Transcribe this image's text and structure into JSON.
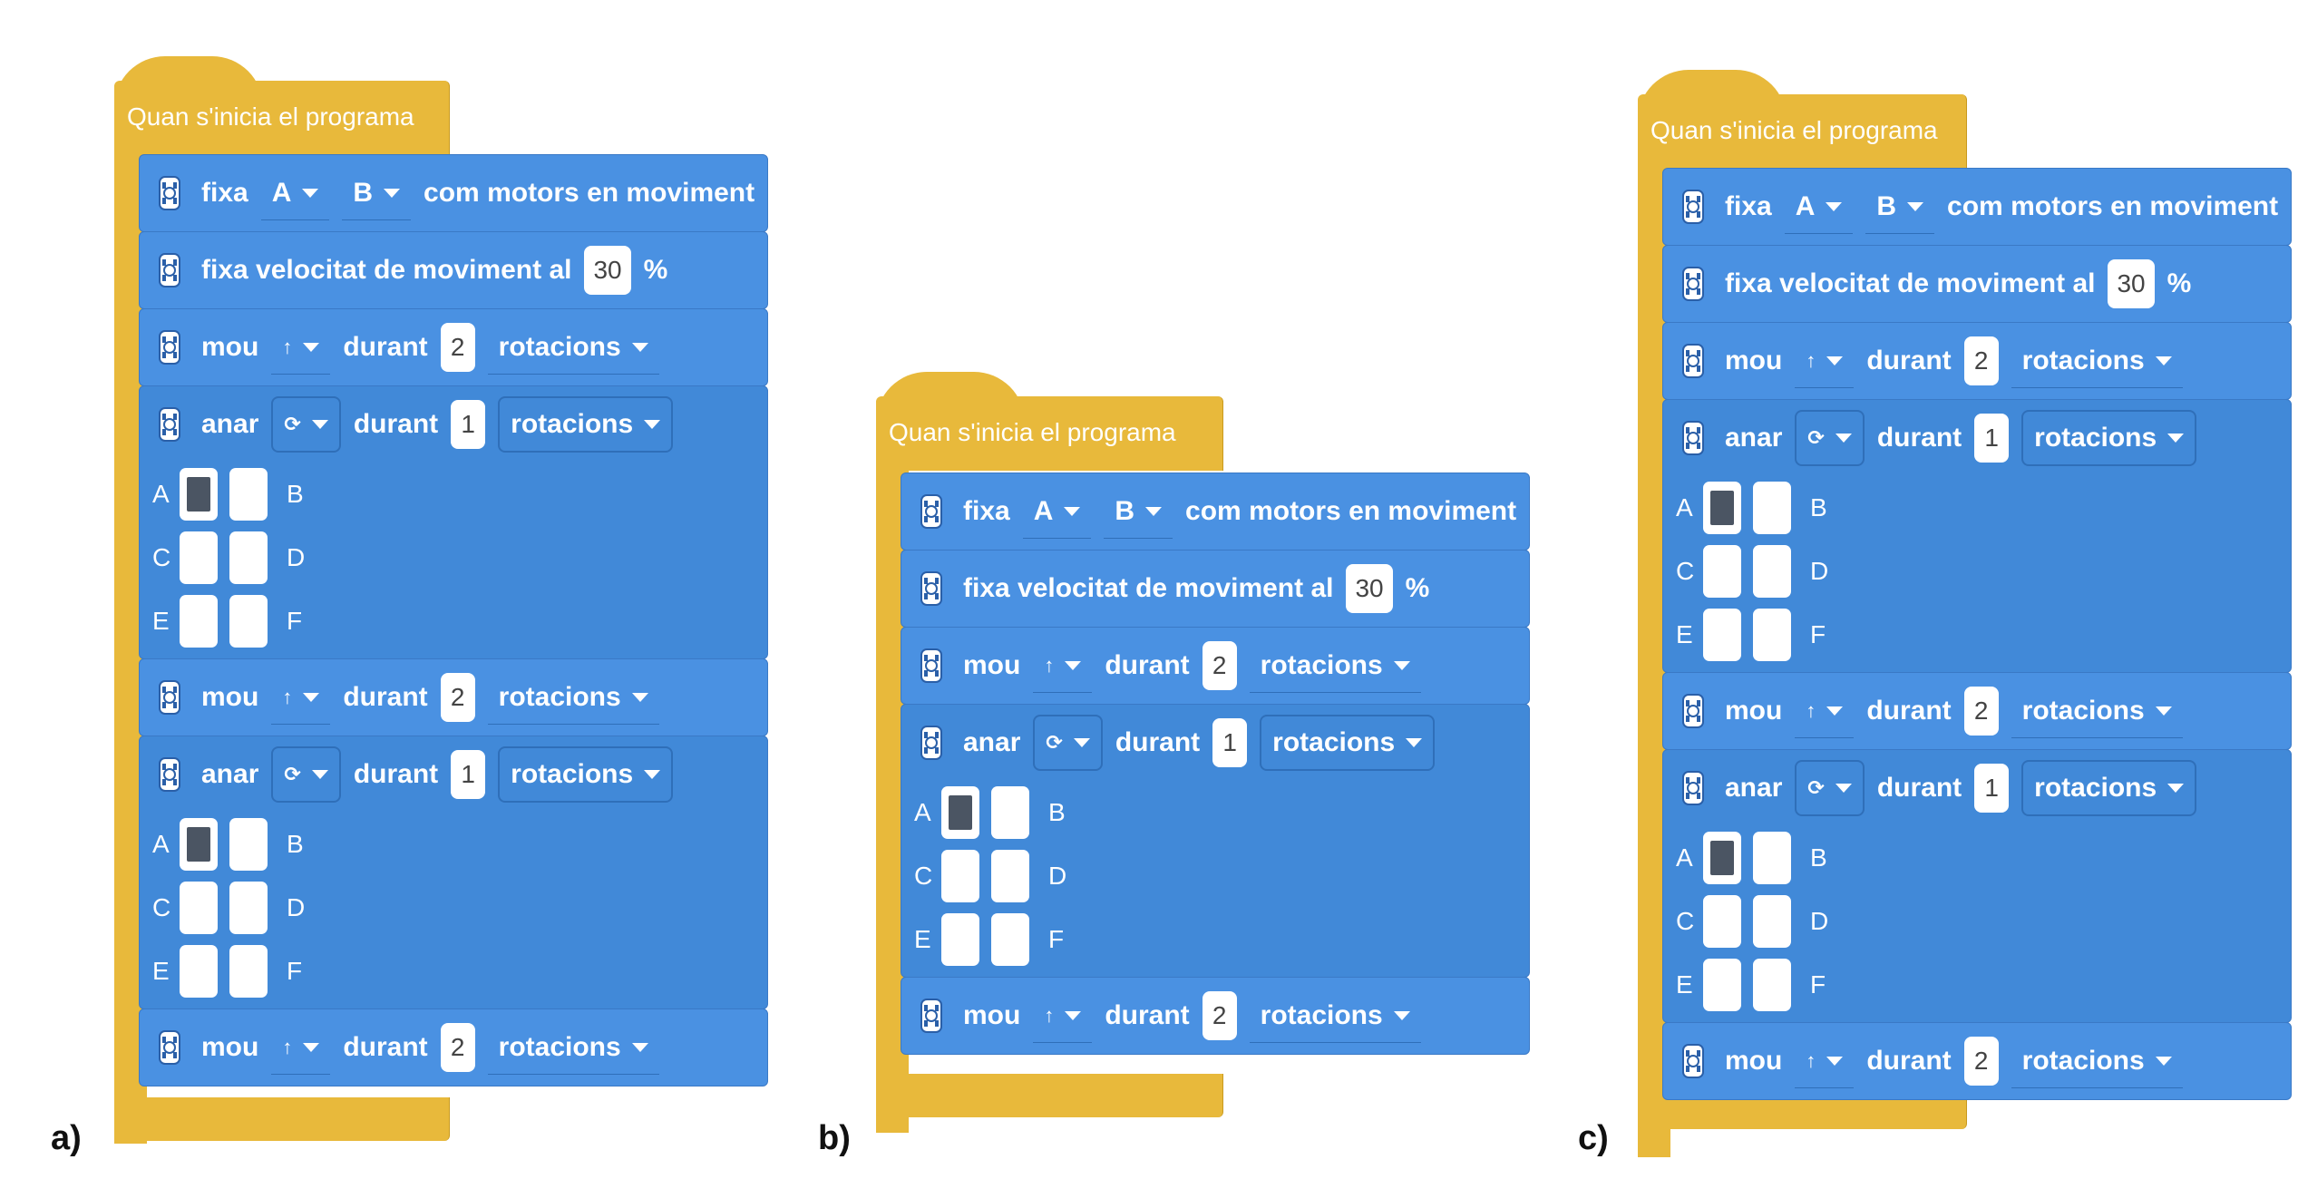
{
  "programs": [
    {
      "caption": "a)",
      "hat_label": "Quan s'inicia el programa",
      "blocks": [
        {
          "kind": "fixa",
          "text": "fixa",
          "port1": "A",
          "port2": "B",
          "suffix": "com motors en moviment"
        },
        {
          "kind": "speed",
          "text": "fixa velocitat de moviment al",
          "value": "30",
          "unit": "%"
        },
        {
          "kind": "mou",
          "text": "mou",
          "dir": "↑",
          "during": "durant",
          "value": "2",
          "unit": "rotacions"
        },
        {
          "kind": "anar",
          "text": "anar",
          "dir": "⟳",
          "during": "durant",
          "value": "1",
          "unit": "rotacions",
          "grid": [
            [
              "A",
              "B"
            ],
            [
              "C",
              "D"
            ],
            [
              "E",
              "F"
            ]
          ],
          "selected": "A"
        },
        {
          "kind": "mou",
          "text": "mou",
          "dir": "↑",
          "during": "durant",
          "value": "2",
          "unit": "rotacions"
        },
        {
          "kind": "anar",
          "text": "anar",
          "dir": "⟳",
          "during": "durant",
          "value": "1",
          "unit": "rotacions",
          "grid": [
            [
              "A",
              "B"
            ],
            [
              "C",
              "D"
            ],
            [
              "E",
              "F"
            ]
          ],
          "selected": "A"
        },
        {
          "kind": "mou",
          "text": "mou",
          "dir": "↑",
          "during": "durant",
          "value": "2",
          "unit": "rotacions"
        }
      ]
    },
    {
      "caption": "b)",
      "hat_label": "Quan s'inicia el programa",
      "blocks": [
        {
          "kind": "fixa",
          "text": "fixa",
          "port1": "A",
          "port2": "B",
          "suffix": "com motors en moviment"
        },
        {
          "kind": "speed",
          "text": "fixa velocitat de moviment al",
          "value": "30",
          "unit": "%"
        },
        {
          "kind": "mou",
          "text": "mou",
          "dir": "↑",
          "during": "durant",
          "value": "2",
          "unit": "rotacions"
        },
        {
          "kind": "anar",
          "text": "anar",
          "dir": "⟳",
          "during": "durant",
          "value": "1",
          "unit": "rotacions",
          "grid": [
            [
              "A",
              "B"
            ],
            [
              "C",
              "D"
            ],
            [
              "E",
              "F"
            ]
          ],
          "selected": "A"
        },
        {
          "kind": "mou",
          "text": "mou",
          "dir": "↑",
          "during": "durant",
          "value": "2",
          "unit": "rotacions"
        }
      ]
    },
    {
      "caption": "c)",
      "hat_label": "Quan s'inicia el programa",
      "blocks": [
        {
          "kind": "fixa",
          "text": "fixa",
          "port1": "A",
          "port2": "B",
          "suffix": "com motors en moviment"
        },
        {
          "kind": "speed",
          "text": "fixa velocitat de moviment al",
          "value": "30",
          "unit": "%"
        },
        {
          "kind": "mou",
          "text": "mou",
          "dir": "↑",
          "during": "durant",
          "value": "2",
          "unit": "rotacions"
        },
        {
          "kind": "anar",
          "text": "anar",
          "dir": "⟳",
          "during": "durant",
          "value": "1",
          "unit": "rotacions",
          "grid": [
            [
              "A",
              "B"
            ],
            [
              "C",
              "D"
            ],
            [
              "E",
              "F"
            ]
          ],
          "selected": "A"
        },
        {
          "kind": "mou",
          "text": "mou",
          "dir": "↑",
          "during": "durant",
          "value": "2",
          "unit": "rotacions"
        },
        {
          "kind": "anar",
          "text": "anar",
          "dir": "⟳",
          "during": "durant",
          "value": "1",
          "unit": "rotacions",
          "grid": [
            [
              "A",
              "B"
            ],
            [
              "C",
              "D"
            ],
            [
              "E",
              "F"
            ]
          ],
          "selected": "A"
        },
        {
          "kind": "mou",
          "text": "mou",
          "dir": "↑",
          "during": "durant",
          "value": "2",
          "unit": "rotacions"
        }
      ]
    }
  ],
  "colors": {
    "hat": "#e8b93b",
    "block": "#4a91e2",
    "text": "#ffffff"
  },
  "icons": {
    "block_icon": "drive-base-icon",
    "caret": "chevron-down-icon"
  }
}
